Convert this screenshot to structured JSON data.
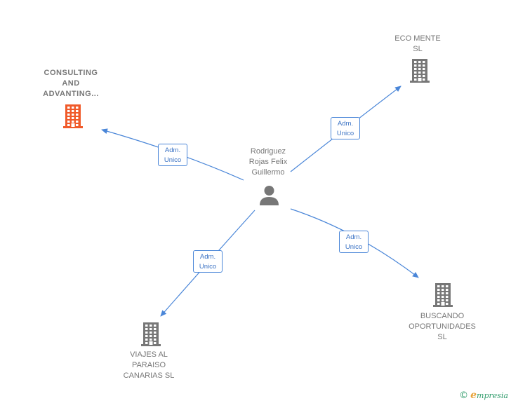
{
  "center": {
    "name_lines": [
      "Rodriguez",
      "Rojas Felix",
      "Guillermo"
    ]
  },
  "nodes": {
    "consulting": {
      "name_lines": [
        "CONSULTING",
        "AND",
        "ADVANTING..."
      ],
      "color": "#f05a2a"
    },
    "eco": {
      "name_lines": [
        "ECO MENTE",
        "SL"
      ],
      "color": "#777777"
    },
    "buscando": {
      "name_lines": [
        "BUSCANDO",
        "OPORTUNIDADES",
        "SL"
      ],
      "color": "#777777"
    },
    "viajes": {
      "name_lines": [
        "VIAJES AL",
        "PARAISO",
        "CANARIAS  SL"
      ],
      "color": "#777777"
    }
  },
  "edge_label": {
    "line1": "Adm.",
    "line2": "Unico"
  },
  "colors": {
    "edge": "#4a86d8"
  },
  "footer": {
    "copyright": "©",
    "brand_initial": "e",
    "brand_rest": "mpresia"
  }
}
